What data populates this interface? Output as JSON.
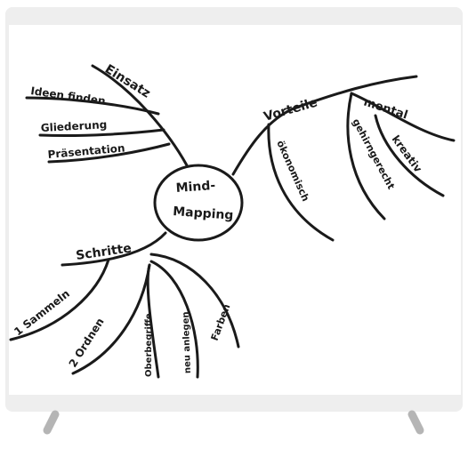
{
  "center": {
    "line1": "Mind-",
    "line2": "Mapping"
  },
  "branches": {
    "einsatz": {
      "label": "Einsatz",
      "children": [
        "Ideen finden",
        "Gliederung",
        "Präsentation"
      ]
    },
    "vorteile": {
      "label": "Vorteile",
      "children": [
        "ökonomisch",
        "gehirngerecht",
        "mental",
        "kreativ"
      ]
    },
    "schritte": {
      "label": "Schritte",
      "children": [
        "1 Sammeln",
        "2 Ordnen",
        "Oberbegriffe",
        "neu anlegen",
        "Farben"
      ]
    }
  },
  "colors": {
    "board": "#ffffff",
    "frame": "#eeeeee",
    "ink": "#1a1a1a",
    "legs": "#b5b5b5"
  }
}
